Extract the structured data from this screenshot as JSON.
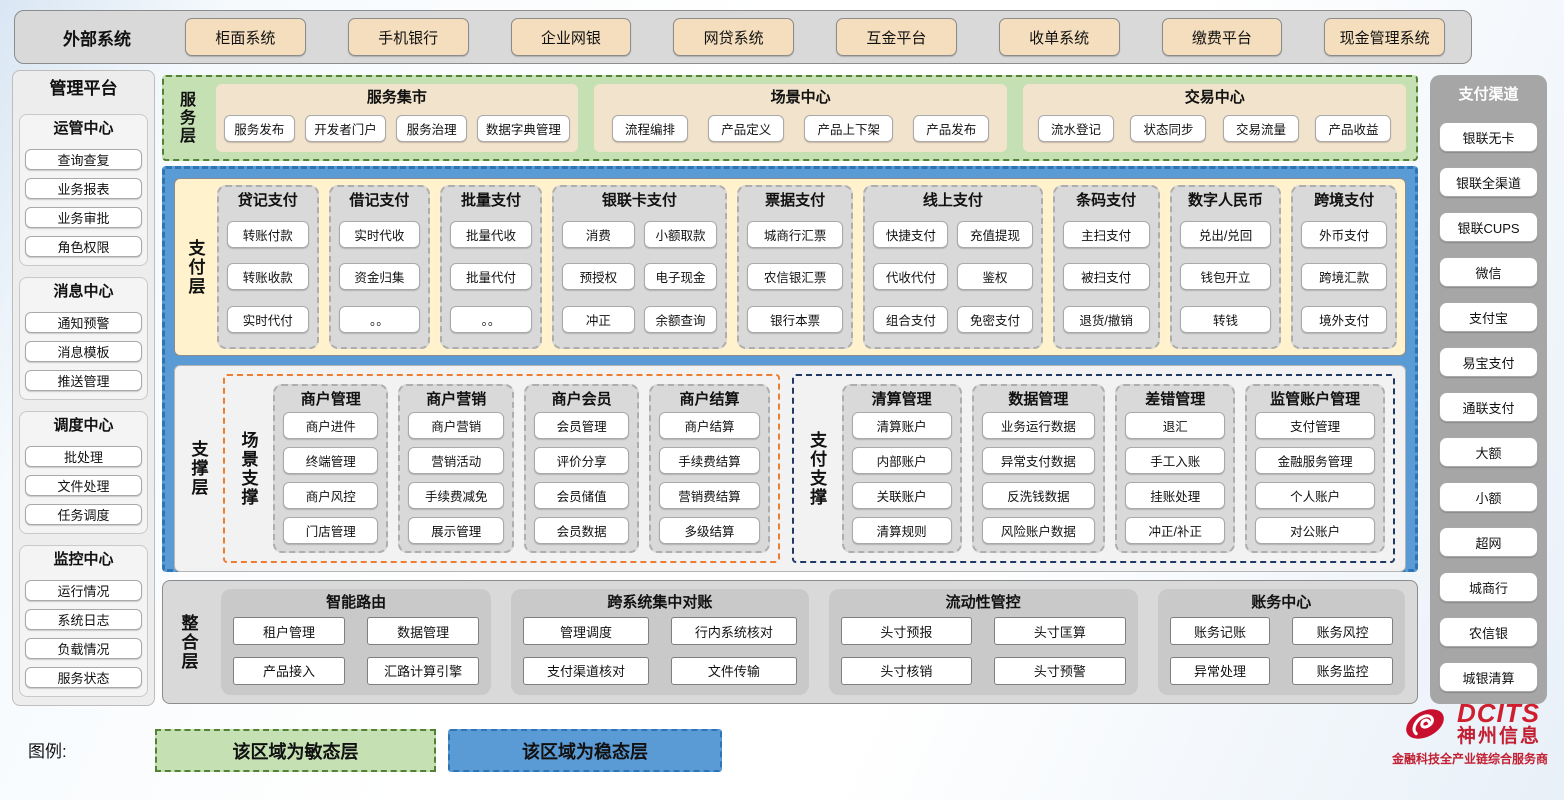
{
  "external": {
    "label": "外部系统",
    "systems": [
      "柜面系统",
      "手机银行",
      "企业网银",
      "网贷系统",
      "互金平台",
      "收单系统",
      "缴费平台",
      "现金管理系统"
    ]
  },
  "management": {
    "title": "管理平台",
    "sections": [
      {
        "title": "运管中心",
        "items": [
          "查询查复",
          "业务报表",
          "业务审批",
          "角色权限"
        ]
      },
      {
        "title": "消息中心",
        "items": [
          "通知预警",
          "消息模板",
          "推送管理"
        ]
      },
      {
        "title": "调度中心",
        "items": [
          "批处理",
          "文件处理",
          "任务调度"
        ]
      },
      {
        "title": "监控中心",
        "items": [
          "运行情况",
          "系统日志",
          "负载情况",
          "服务状态"
        ]
      }
    ]
  },
  "service_layer": {
    "label": "服务层",
    "groups": [
      {
        "title": "服务集市",
        "items": [
          "服务发布",
          "开发者门户",
          "服务治理",
          "数据字典管理"
        ]
      },
      {
        "title": "场景中心",
        "items": [
          "流程编排",
          "产品定义",
          "产品上下架",
          "产品发布"
        ]
      },
      {
        "title": "交易中心",
        "items": [
          "流水登记",
          "状态同步",
          "交易流量",
          "产品收益"
        ]
      }
    ]
  },
  "payment_layer": {
    "label": "支付层",
    "groups": [
      {
        "title": "贷记支付",
        "cols": 1,
        "items": [
          "转账付款",
          "转账收款",
          "实时代付"
        ]
      },
      {
        "title": "借记支付",
        "cols": 1,
        "items": [
          "实时代收",
          "资金归集",
          "。。"
        ]
      },
      {
        "title": "批量支付",
        "cols": 1,
        "items": [
          "批量代收",
          "批量代付",
          "。。"
        ]
      },
      {
        "title": "银联卡支付",
        "cols": 2,
        "items": [
          "消费",
          "小额取款",
          "预授权",
          "电子现金",
          "冲正",
          "余额查询"
        ]
      },
      {
        "title": "票据支付",
        "cols": 1,
        "items": [
          "城商行汇票",
          "农信银汇票",
          "银行本票"
        ]
      },
      {
        "title": "线上支付",
        "cols": 2,
        "items": [
          "快捷支付",
          "充值提现",
          "代收代付",
          "鉴权",
          "组合支付",
          "免密支付"
        ]
      },
      {
        "title": "条码支付",
        "cols": 1,
        "items": [
          "主扫支付",
          "被扫支付",
          "退货/撤销"
        ]
      },
      {
        "title": "数字人民币",
        "cols": 1,
        "items": [
          "兑出/兑回",
          "钱包开立",
          "转钱"
        ]
      },
      {
        "title": "跨境支付",
        "cols": 1,
        "items": [
          "外币支付",
          "跨境汇款",
          "境外支付"
        ]
      }
    ]
  },
  "support_layer": {
    "label": "支撑层",
    "zones": [
      {
        "label": "场景支撑",
        "accent": "#ED7D31",
        "groups": [
          {
            "title": "商户管理",
            "items": [
              "商户进件",
              "终端管理",
              "商户风控",
              "门店管理"
            ]
          },
          {
            "title": "商户营销",
            "items": [
              "商户营销",
              "营销活动",
              "手续费减免",
              "展示管理"
            ]
          },
          {
            "title": "商户会员",
            "items": [
              "会员管理",
              "评价分享",
              "会员储值",
              "会员数据"
            ]
          },
          {
            "title": "商户结算",
            "items": [
              "商户结算",
              "手续费结算",
              "营销费结算",
              "多级结算"
            ]
          }
        ]
      },
      {
        "label": "支付支撑",
        "accent": "#1F3864",
        "groups": [
          {
            "title": "清算管理",
            "items": [
              "清算账户",
              "内部账户",
              "关联账户",
              "清算规则"
            ]
          },
          {
            "title": "数据管理",
            "items": [
              "业务运行数据",
              "异常支付数据",
              "反洗钱数据",
              "风险账户数据"
            ]
          },
          {
            "title": "差错管理",
            "items": [
              "退汇",
              "手工入账",
              "挂账处理",
              "冲正/补正"
            ]
          },
          {
            "title": "监管账户管理",
            "items": [
              "支付管理",
              "金融服务管理",
              "个人账户",
              "对公账户"
            ]
          }
        ]
      }
    ]
  },
  "integration_layer": {
    "label": "整合层",
    "groups": [
      {
        "title": "智能路由",
        "items": [
          "租户管理",
          "数据管理",
          "产品接入",
          "汇路计算引擎"
        ]
      },
      {
        "title": "跨系统集中对账",
        "items": [
          "管理调度",
          "行内系统核对",
          "支付渠道核对",
          "文件传输"
        ]
      },
      {
        "title": "流动性管控",
        "items": [
          "头寸预报",
          "头寸匡算",
          "头寸核销",
          "头寸预警"
        ]
      },
      {
        "title": "账务中心",
        "items": [
          "账务记账",
          "账务风控",
          "异常处理",
          "账务监控"
        ]
      }
    ]
  },
  "channels": {
    "title": "支付渠道",
    "items": [
      "银联无卡",
      "银联全渠道",
      "银联CUPS",
      "微信",
      "支付宝",
      "易宝支付",
      "通联支付",
      "大额",
      "小额",
      "超网",
      "城商行",
      "农信银",
      "城银清算"
    ]
  },
  "legend": {
    "label": "图例:",
    "agile": "该区域为敏态层",
    "stable": "该区域为稳态层"
  },
  "logo": {
    "brand": "DCITS",
    "company": "神州信息",
    "tagline": "金融科技全产业链综合服务商"
  },
  "colors": {
    "agile_green": "#C5E0B3",
    "agile_border": "#538135",
    "stable_blue": "#5B9BD5",
    "stable_border": "#2E75B6",
    "payment_cream": "#FFF2CC",
    "external_tan": "#F4DEBD",
    "brand_red": "#C22032"
  }
}
